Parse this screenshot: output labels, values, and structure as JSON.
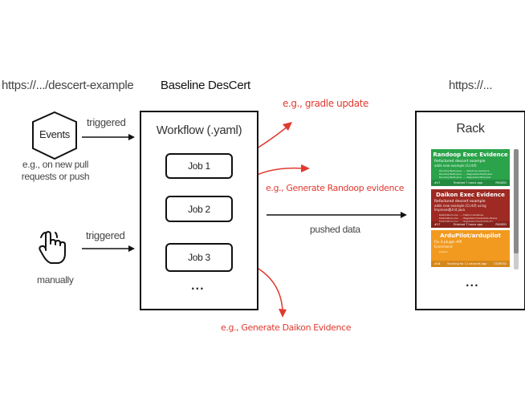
{
  "labels": {
    "source_url": "https://.../descert-example",
    "baseline_title": "Baseline DesCert",
    "target_url": "https://...",
    "events": "Events",
    "triggered_top": "triggered",
    "events_note": "e.g., on new pull\nrequests or push",
    "triggered_bottom": "triggered",
    "manually": "manually",
    "workflow": "Workflow (.yaml)",
    "job1": "Job 1",
    "job2": "Job 2",
    "job3": "Job 3",
    "workflow_more": "...",
    "pushed_data": "pushed data",
    "rack_title": "Rack",
    "rack_more": "...",
    "ann_gradle": "e.g., gradle update",
    "ann_randoop": "e.g., Generate Randoop evidence",
    "ann_daikon": "e.g., Generate Daikon Evidence"
  },
  "cards": [
    {
      "title": "Randoop Exec Evidence",
      "line1": "Refactored descert example",
      "line2": "adds new example (Ccrbf)",
      "rows": "RandoopTests.java · ...  Randoop evidence\nRandoopTests.java · ...  RegressionTest0.java\nRandoopTests.java · ...  RegressionTest.java",
      "foot_left": "#17",
      "foot_mid": "Finished 7 hours ago",
      "foot_right": "PASSED",
      "color": "#2aa34a"
    },
    {
      "title": "Daikon Exec Evidence",
      "line1": "Refactored descert example",
      "line2": "adds new example (Ccrbf) using ImprovedJUnit.java",
      "rows": "DaikonRuns.csv · ...  Daikon evidence\nDaikonRuns.csv · ...  RegressionInvariants.dtrace\nDaikonRuns.csv · ...  RegressionInvariants.inv",
      "foot_left": "#17",
      "foot_mid": "Finished 7 hours ago",
      "foot_right": "PASSED",
      "color": "#9e2a23"
    },
    {
      "title": "ArduPilot/ardupilot",
      "line1": "Fix 3 plugin API",
      "line2": "Ecommend",
      "rows": "Jenkins",
      "foot_left": "#18",
      "foot_mid": "Running for 11 seconds ago",
      "foot_right": "STARTED",
      "color": "#f29a1f"
    }
  ],
  "colors": {
    "annotation": "#e03a2f",
    "line": "#111111"
  },
  "icons": [
    "hexagon-icon",
    "hand-pointer-icon"
  ]
}
